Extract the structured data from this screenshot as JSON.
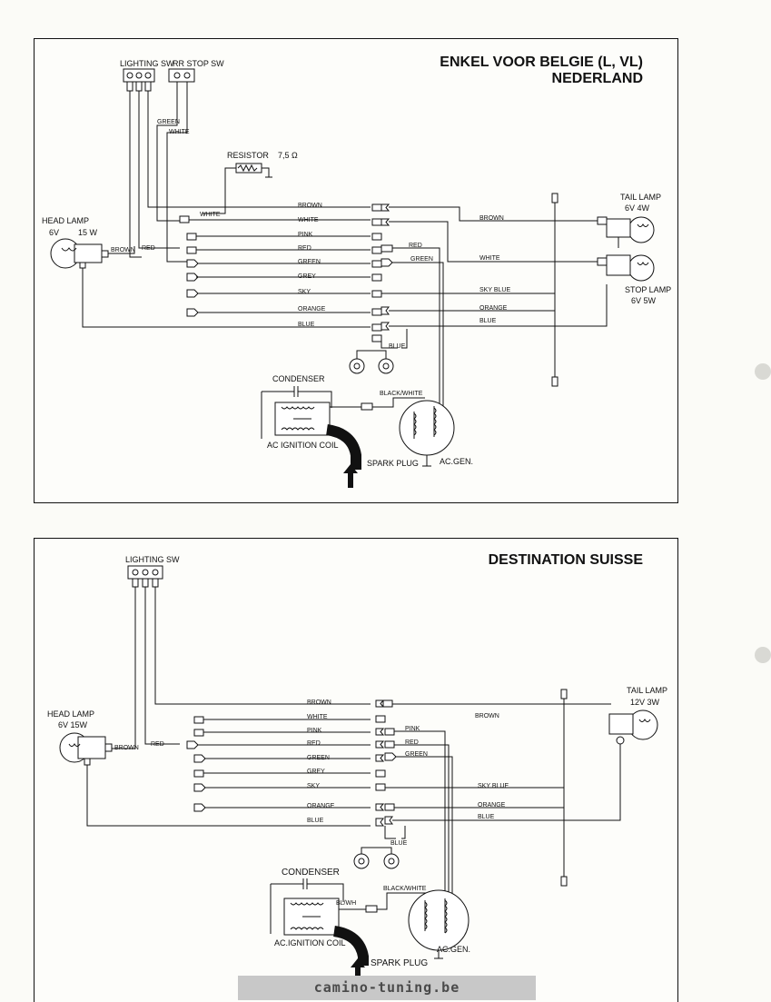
{
  "page": {
    "watermark": "camino-tuning.be"
  },
  "diagram1": {
    "title_line1": "ENKEL VOOR BELGIE (L, VL)",
    "title_line2": "NEDERLAND",
    "switch_labels": [
      "LIGHTING SW",
      "RR STOP SW"
    ],
    "resistor_label": "RESISTOR",
    "resistor_value": "7,5 Ω",
    "head_lamp": {
      "label": "HEAD LAMP",
      "spec_v": "6V",
      "spec_w": "15 W"
    },
    "tail_lamp": {
      "label": "TAIL LAMP",
      "spec": "6V  4W"
    },
    "stop_lamp": {
      "label": "STOP LAMP",
      "spec": "6V  5W"
    },
    "condenser": "CONDENSER",
    "ignition_coil": "AC IGNITION COIL",
    "spark_plug": "SPARK PLUG",
    "generator": "AC.GEN.",
    "wires": {
      "green": "GREEN",
      "white": "WHITE",
      "brown": "BROWN",
      "pink": "PINK",
      "red": "RED",
      "grey": "GREY",
      "sky": "SKY",
      "orange": "ORANGE",
      "blue": "BLUE",
      "sky_blue": "SKY BLUE",
      "black_white": "BLACK/WHITE"
    }
  },
  "diagram2": {
    "title": "DESTINATION SUISSE",
    "switch_label": "LIGHTING SW",
    "head_lamp": {
      "label": "HEAD LAMP",
      "spec": "6V   15W"
    },
    "tail_lamp": {
      "label": "TAIL LAMP",
      "spec": "12V   3W"
    },
    "condenser": "CONDENSER",
    "ignition_coil": "AC.IGNITION COIL",
    "spark_plug": "SPARK PLUG",
    "generator": "AC.GEN.",
    "wires": {
      "brown": "BROWN",
      "white": "WHITE",
      "pink": "PINK",
      "red": "RED",
      "green": "GREEN",
      "grey": "GREY",
      "sky": "SKY",
      "orange": "ORANGE",
      "blue": "BLUE",
      "sky_blue": "SKY BLUE",
      "bl_wh": "BL/WH",
      "black_white": "BLACK/WHITE"
    }
  }
}
